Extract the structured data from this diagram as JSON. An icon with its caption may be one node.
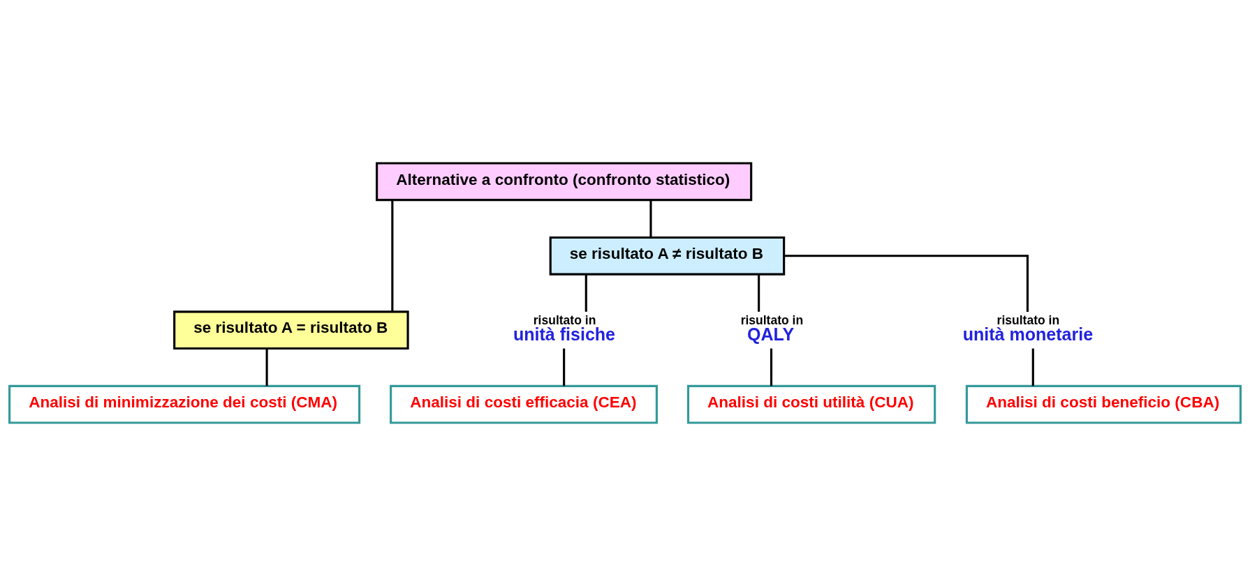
{
  "diagram": {
    "nodes": [
      {
        "text": [
          "Alternative a confronto (confronto statistico)"
        ]
      },
      {
        "text": [
          "se risultato A = risultato B"
        ]
      },
      {
        "text": [
          "se risultato A ≠ risultato B"
        ]
      },
      {
        "text": [
          "Analisi di minimizzazione dei costi (CMA)"
        ]
      },
      {
        "text": [
          "risultato in",
          "unità fisiche"
        ]
      },
      {
        "text": [
          "risultato in",
          "QALY"
        ]
      },
      {
        "text": [
          "risultato in",
          "unità monetarie"
        ]
      },
      {
        "text": [
          "Analisi di costi efficacia (CEA)"
        ]
      },
      {
        "text": [
          "Analisi di costi utilità (CUA)"
        ]
      },
      {
        "text": [
          "Analisi di costi beneficio (CBA)"
        ]
      }
    ],
    "edges": [
      {
        "from": 0,
        "to": 1,
        "arrow": "none"
      },
      {
        "from": 0,
        "to": 2,
        "arrow": "none"
      },
      {
        "from": 1,
        "to": 3,
        "arrow": "none"
      },
      {
        "from": 2,
        "to": 4,
        "arrow": "none"
      },
      {
        "from": 2,
        "to": 5,
        "arrow": "none"
      },
      {
        "from": 2,
        "to": 6,
        "arrow": "none"
      },
      {
        "from": 4,
        "to": 7,
        "arrow": "none"
      },
      {
        "from": 5,
        "to": 8,
        "arrow": "none"
      },
      {
        "from": 6,
        "to": 9,
        "arrow": "none"
      }
    ]
  }
}
